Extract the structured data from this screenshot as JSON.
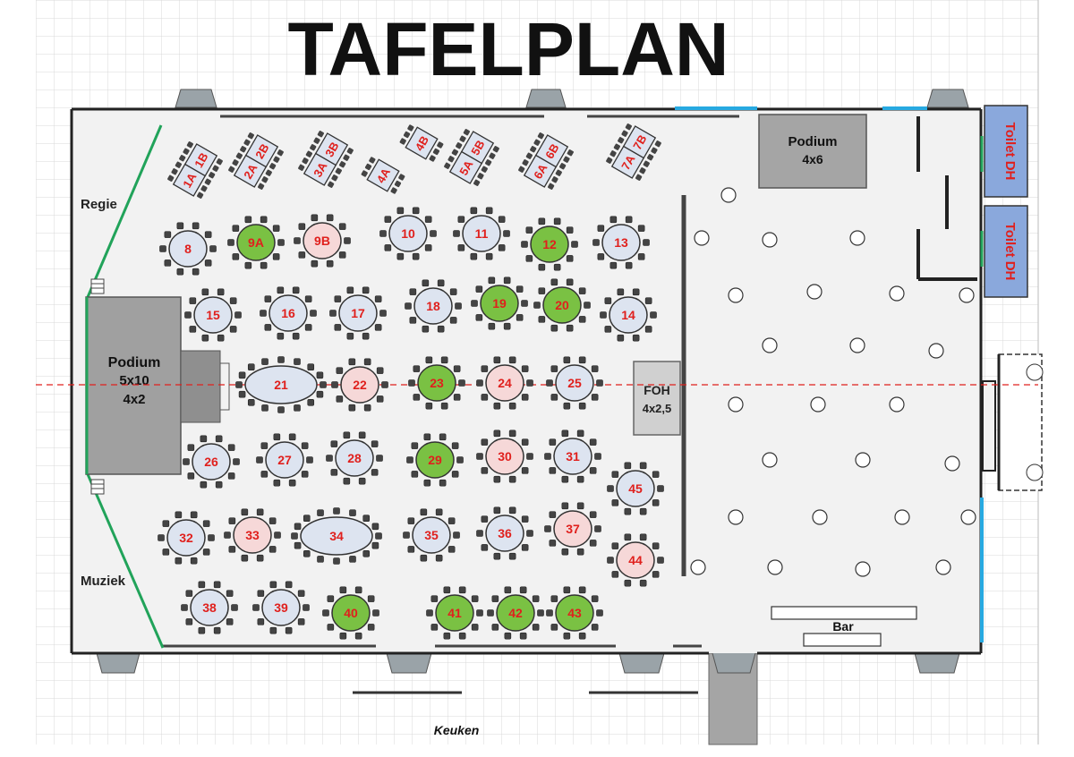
{
  "title": "TAFELPLAN",
  "labels": {
    "regie": "Regie",
    "muziek": "Muziek",
    "keuken": "Keuken",
    "bar": "Bar"
  },
  "podium_main": {
    "line1": "Podium",
    "line2": "5x10",
    "line3": "4x2"
  },
  "podium_small": {
    "line1": "Podium",
    "line2": "4x6"
  },
  "foh": {
    "line1": "FOH",
    "line2": "4x2,5"
  },
  "toilets": [
    "Toilet DH",
    "Toilet DH"
  ],
  "colors": {
    "default": "#dde4f0",
    "green": "#7ac143",
    "pink": "#f6d8d8",
    "number": "#e0201d",
    "grid": "#d9d9d9",
    "green_line": "#21a35a",
    "blue_line": "#27a9e1",
    "podium": "#a0a0a0",
    "toilet": "#8aa8dc"
  },
  "rect_tables": [
    {
      "labels": [
        "1A",
        "1B"
      ]
    },
    {
      "labels": [
        "2A",
        "2B"
      ]
    },
    {
      "labels": [
        "3A",
        "3B"
      ]
    },
    {
      "labels": [
        "4A"
      ]
    },
    {
      "labels": [
        "4B"
      ]
    },
    {
      "labels": [
        "5A",
        "5B"
      ]
    },
    {
      "labels": [
        "6A",
        "6B"
      ]
    },
    {
      "labels": [
        "7A",
        "7B"
      ]
    }
  ],
  "round_tables": [
    {
      "label": "8",
      "color": "default"
    },
    {
      "label": "9A",
      "color": "green"
    },
    {
      "label": "9B",
      "color": "pink"
    },
    {
      "label": "10",
      "color": "default"
    },
    {
      "label": "11",
      "color": "default"
    },
    {
      "label": "12",
      "color": "green"
    },
    {
      "label": "13",
      "color": "default"
    },
    {
      "label": "15",
      "color": "default"
    },
    {
      "label": "16",
      "color": "default"
    },
    {
      "label": "17",
      "color": "default"
    },
    {
      "label": "18",
      "color": "default"
    },
    {
      "label": "19",
      "color": "green"
    },
    {
      "label": "20",
      "color": "green"
    },
    {
      "label": "14",
      "color": "default"
    },
    {
      "label": "21",
      "color": "default"
    },
    {
      "label": "22",
      "color": "pink"
    },
    {
      "label": "23",
      "color": "green"
    },
    {
      "label": "24",
      "color": "pink"
    },
    {
      "label": "25",
      "color": "default"
    },
    {
      "label": "26",
      "color": "default"
    },
    {
      "label": "27",
      "color": "default"
    },
    {
      "label": "28",
      "color": "default"
    },
    {
      "label": "29",
      "color": "green"
    },
    {
      "label": "30",
      "color": "pink"
    },
    {
      "label": "31",
      "color": "default"
    },
    {
      "label": "45",
      "color": "default"
    },
    {
      "label": "32",
      "color": "default"
    },
    {
      "label": "33",
      "color": "pink"
    },
    {
      "label": "34",
      "color": "default"
    },
    {
      "label": "35",
      "color": "default"
    },
    {
      "label": "36",
      "color": "default"
    },
    {
      "label": "37",
      "color": "pink"
    },
    {
      "label": "44",
      "color": "pink"
    },
    {
      "label": "38",
      "color": "default"
    },
    {
      "label": "39",
      "color": "default"
    },
    {
      "label": "40",
      "color": "green"
    },
    {
      "label": "41",
      "color": "green"
    },
    {
      "label": "42",
      "color": "green"
    },
    {
      "label": "43",
      "color": "green"
    }
  ]
}
